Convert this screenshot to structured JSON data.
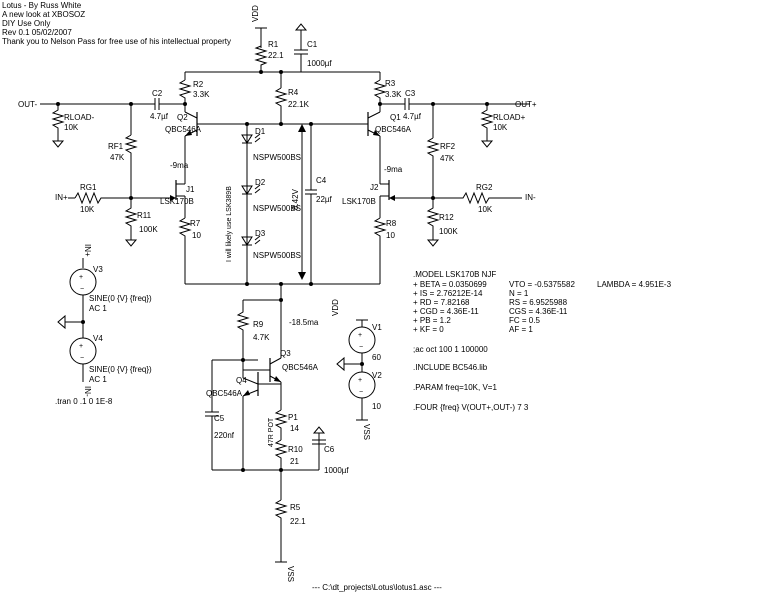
{
  "header": {
    "lines": [
      "Lotus - By Russ White",
      "A new look at XBOSOZ",
      "DIY Use Only",
      "Rev 0.1 05/02/2007",
      "Thank you to Nelson Pass for free use of his intellectual property"
    ]
  },
  "nets": {
    "vdd": "VDD",
    "vss": "VSS",
    "out_minus": "OUT-",
    "out_plus": "OUT+",
    "in_plus": "IN+",
    "in_minus": "IN-"
  },
  "components": {
    "r1": {
      "name": "R1",
      "value": "22.1"
    },
    "c1": {
      "name": "C1",
      "value": "1000µf"
    },
    "r2": {
      "name": "R2",
      "value": "3.3K"
    },
    "r3": {
      "name": "R3",
      "value": "3.3K"
    },
    "r4": {
      "name": "R4",
      "value": "22.1K"
    },
    "c2": {
      "name": "C2",
      "value": "4.7µf"
    },
    "c3": {
      "name": "C3",
      "value": "4.7µf"
    },
    "q2": {
      "name": "Q2",
      "value": "QBC546A"
    },
    "q1": {
      "name": "Q1",
      "value": "QBC546A"
    },
    "rload_minus": {
      "name": "RLOAD-",
      "value": "10K"
    },
    "rload_plus": {
      "name": "RLOAD+",
      "value": "10K"
    },
    "d1": {
      "name": "D1",
      "value": "NSPW500BS"
    },
    "d2": {
      "name": "D2",
      "value": "NSPW500BS"
    },
    "d3": {
      "name": "D3",
      "value": "NSPW500BS"
    },
    "rf1": {
      "name": "RF1",
      "value": "47K"
    },
    "rf2": {
      "name": "RF2",
      "value": "47K"
    },
    "c4": {
      "name": "C4",
      "value": "22µf"
    },
    "j1": {
      "name": "J1",
      "value": "LSK170B"
    },
    "j2": {
      "name": "J2",
      "value": "LSK170B"
    },
    "rg1": {
      "name": "RG1",
      "value": "10K"
    },
    "rg2": {
      "name": "RG2",
      "value": "10K"
    },
    "r11": {
      "name": "R11",
      "value": "100K"
    },
    "r12": {
      "name": "R12",
      "value": "100K"
    },
    "r7": {
      "name": "R7",
      "value": "10"
    },
    "r8": {
      "name": "R8",
      "value": "10"
    },
    "v3": {
      "name": "V3",
      "value": "SINE(0 {V} {freq})",
      "ac": "AC 1"
    },
    "v4": {
      "name": "V4",
      "value": "SINE(0 {V} {freq})",
      "ac": "AC 1"
    },
    "r9": {
      "name": "R9",
      "value": "4.7K"
    },
    "q3": {
      "name": "Q3",
      "value": "QBC546A"
    },
    "q4": {
      "name": "Q4",
      "value": "QBC546A"
    },
    "c5": {
      "name": "C5",
      "value": "220nf"
    },
    "p1": {
      "name": "P1",
      "value": "14"
    },
    "r10": {
      "name": "R10",
      "value": "21"
    },
    "c6": {
      "name": "C6",
      "value": "1000µf"
    },
    "r5": {
      "name": "R5",
      "value": "22.1"
    },
    "v1": {
      "name": "V1",
      "value": "60"
    },
    "v2": {
      "name": "V2",
      "value": "10"
    }
  },
  "annotations": {
    "i_j1": "-9ma",
    "i_j2": "-9ma",
    "i_q3": "-18.5ma",
    "v_bias": "8.42V",
    "lsk_note": "I will likely use LSK389B",
    "pot_note": "47R POT"
  },
  "directives": {
    "model": [
      [
        ".MODEL LSK170B NJF",
        "",
        ""
      ],
      [
        "+ BETA  = 0.0350699",
        "VTO    = -0.5375582",
        "LAMBDA = 4.951E-3"
      ],
      [
        "+ IS    = 2.76212E-14",
        "N      = 1",
        ""
      ],
      [
        "+ RD    = 7.82168",
        "RS     = 6.9525988",
        ""
      ],
      [
        "+ CGD   = 4.36E-11",
        "CGS    = 4.36E-11",
        ""
      ],
      [
        "+ PB    = 1.2",
        "FC     = 0.5",
        ""
      ],
      [
        "+ KF    = 0",
        "AF     = 1",
        ""
      ]
    ],
    "ac": ";ac oct 100 1 100000",
    "include": ".INCLUDE BC546.lib",
    "param": ".PARAM freq=10K, V=1",
    "four": ".FOUR {freq} V(OUT+,OUT-) 7 3",
    "tran": ".tran 0 .1 0 1E-8"
  },
  "footer": "--- C:\\dt_projects\\Lotus\\lotus1.asc ---"
}
